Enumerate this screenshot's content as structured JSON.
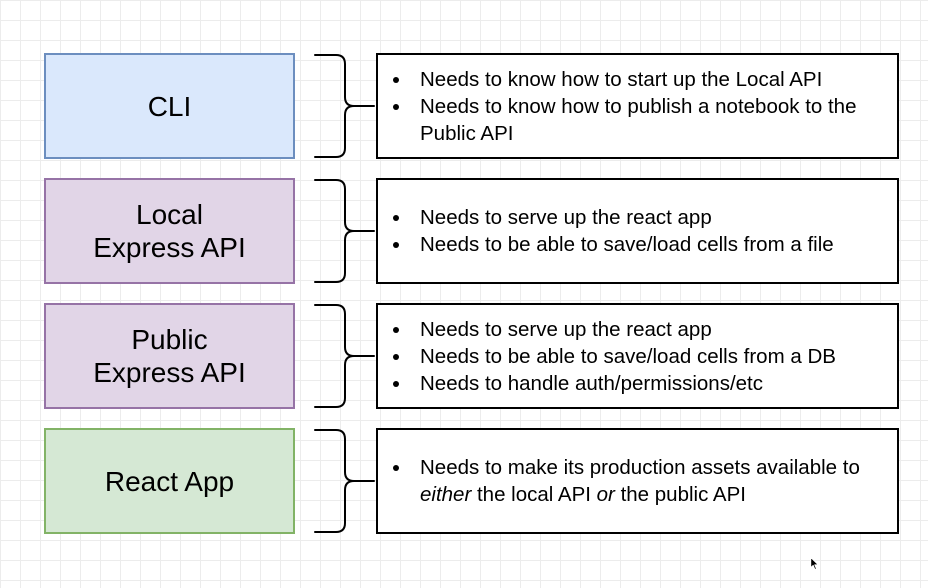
{
  "components": [
    {
      "name": "CLI",
      "fill": "#dae8fc",
      "border": "#6c8ebf",
      "bullets": [
        [
          "Needs to know how to start up the Local API"
        ],
        [
          "Needs to know how to publish a notebook to the Public API"
        ]
      ]
    },
    {
      "name": "Local\nExpress API",
      "fill": "#e1d5e7",
      "border": "#9673a6",
      "bullets": [
        [
          "Needs to serve up the react app"
        ],
        [
          "Needs to be able to save/load cells from a file"
        ]
      ]
    },
    {
      "name": "Public\nExpress API",
      "fill": "#e1d5e7",
      "border": "#9673a6",
      "bullets": [
        [
          "Needs to serve up the react app"
        ],
        [
          "Needs to be able to save/load cells from a DB"
        ],
        [
          "Needs to handle auth/permissions/etc"
        ]
      ]
    },
    {
      "name": "React App",
      "fill": "#d5e8d4",
      "border": "#82b366",
      "bullets": [
        [
          "Needs to make its production assets available to ",
          "either",
          " the local API ",
          "or",
          " the public API"
        ]
      ]
    }
  ],
  "colors": {
    "canvas": "#ffffff",
    "grid": "#ececec",
    "line": "#000000"
  },
  "icons": {
    "brace": "curly-brace-icon",
    "cursor": "mouse-pointer-icon"
  }
}
